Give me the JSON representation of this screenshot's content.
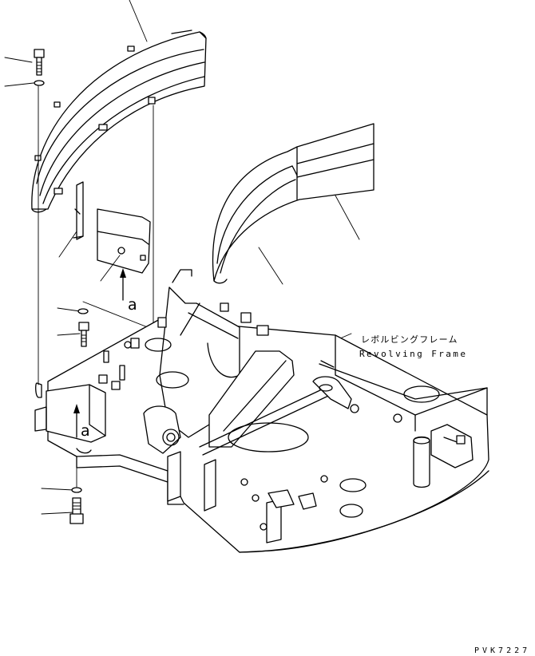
{
  "labels": {
    "frame_jp": "レボルビングフレーム",
    "frame_en": "Revolving Frame",
    "view_ref_upper": "a",
    "view_ref_lower": "a"
  },
  "drawing_code": "PVK7227"
}
